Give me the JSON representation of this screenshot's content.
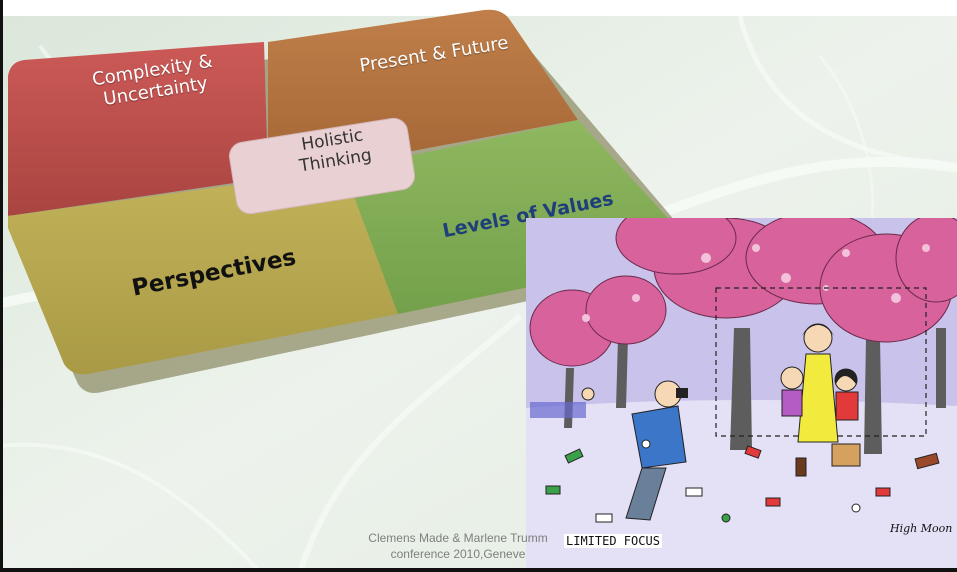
{
  "matrix": {
    "quadrants": {
      "top_left": "Complexity & Uncertainty",
      "top_left_line1": "Complexity &",
      "top_left_line2": "Uncertainty",
      "top_right": "Present & Future",
      "bottom_left": "Perspectives",
      "bottom_right": "Levels of Values"
    },
    "center_line1": "Holistic",
    "center_line2": "Thinking",
    "colors": {
      "top_left": "#c0504d",
      "top_right": "#b5743f",
      "bottom_left": "#b8a84f",
      "bottom_right": "#82ac56",
      "center": "#e9d0d3"
    }
  },
  "cartoon": {
    "caption": "LIMITED FOCUS",
    "signature": "High Moon",
    "colors": {
      "sky": "#c9c3ec",
      "blossom": "#d7629c"
    }
  },
  "footer": {
    "line1": "Clemens Made & Marlene Trumm",
    "line2": "conference 2010,Geneve"
  }
}
